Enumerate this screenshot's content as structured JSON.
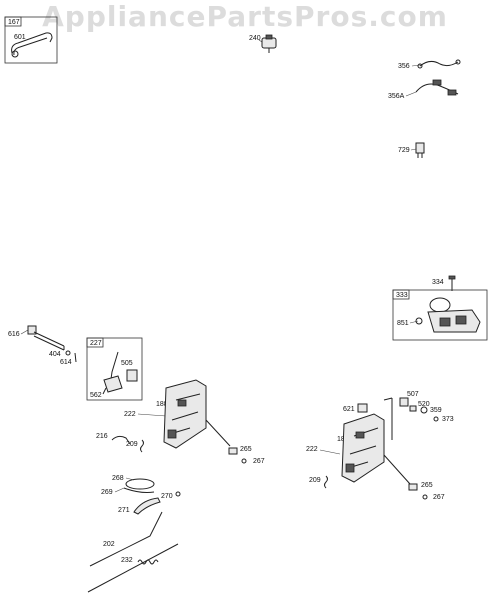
{
  "watermark": "AppliancePartsPros.com",
  "callouts": {
    "c167": "167",
    "c601": "601",
    "c240": "240",
    "c356": "356",
    "c356a": "356A",
    "c729": "729",
    "c334": "334",
    "c333": "333",
    "c851": "851",
    "c616": "616",
    "c404": "404",
    "c614": "614",
    "c227": "227",
    "c505": "505",
    "c562": "562",
    "c188a": "188",
    "c222a": "222",
    "c216": "216",
    "c209a": "209",
    "c265a": "265",
    "c267a": "267",
    "c268": "268",
    "c269": "269",
    "c270": "270",
    "c271": "271",
    "c202": "202",
    "c232": "232",
    "c507": "507",
    "c520": "520",
    "c621": "621",
    "c359": "359",
    "c373": "373",
    "c188b": "188",
    "c222b": "222",
    "c209b": "209",
    "c265b": "265",
    "c267b": "267"
  }
}
